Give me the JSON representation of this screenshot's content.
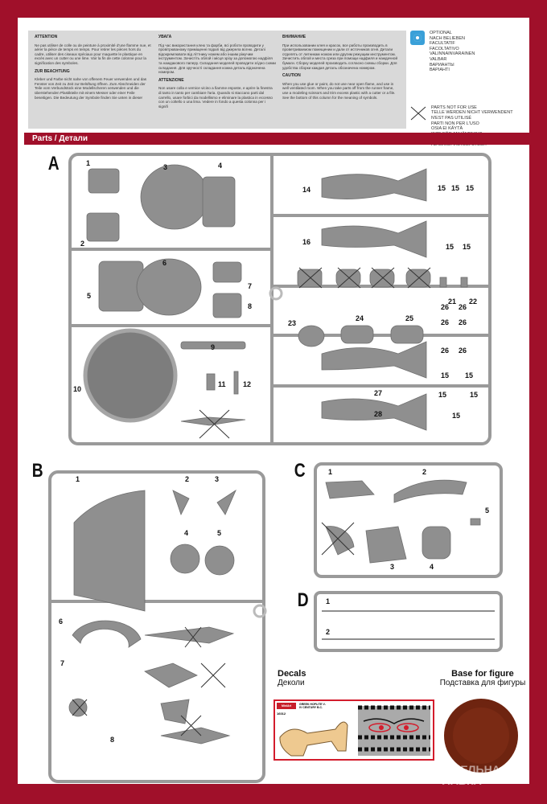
{
  "notes": {
    "attention": {
      "title": "ATTENTION",
      "text": "Ne pas utiliser de colle ou de peinture à proximité d'une flamme nue, et aérer la pièce de temps en temps. Pour retirer les pièces hors du cadre, utiliser des ciseaux spéciaux pour maquette le plastique en excès avec un cutter ou une lime. Voir la fin de cette colonne pour la signification des symboles."
    },
    "beachtung": {
      "title": "ZUR BEACHTUNG",
      "text": "Kleber und Farbe nicht nahe von offenem Feuer verwenden und das Fenster von Zeit zu Zeit zur Belüftung öffnen. Zum Abschneiden der Teile vom Verbundstück eine Modellscheren verwenden und die überstehenden Plastikteile mit einem Messer oder einer Feile beseitigen. Die Bedeutung der Symbole finden Sie unten in dieser"
    },
    "uvaga": {
      "title": "УВАГА",
      "text": "Під час використання клею та фарби, всі роботи проводити у провітрюваному приміщенні подалі від джерела вогню. Деталі відокремлювати від літтнику ножем або іншим ріжучим інструментом. Зачистіть облой і місця зрізу за допомогою надфіля та наждакового паперу. Складання моделей проводити згідно схеми складання. Для зручності складання кожна деталь відзначена номером."
    },
    "attenzione": {
      "title": "ATTENZIONE",
      "text": "Non usare colla e vernice vicino a fiamme esposte, e aprire la finestra di tanto in tanto per cambiare l'aria. Quando si staccano parti dal carrello, usare forbici da modellismo e eliminare la plastica in eccesso con un coltello o una lima. Vedere in fondo a questa colonna per i signifi"
    },
    "vnimanie": {
      "title": "ВНИМАНИЕ",
      "text": "При использовании клея и красок, все работы производить в проветриваемом помещении и дали от источников огня. Детали отделять от литникам ножом или другим режущим инструментом. Зачистить облой и места среза при помощи надфиля и наждачной бумаги. Сборку моделей производить согласно схемы сборки. Для удобства сборки каждая деталь обозначена номером."
    },
    "caution": {
      "title": "CAUTION",
      "text": "When you use glue or paint, do not use near open flame, and use in well ventilated room. When you take parts off from the runner frame, use a modeling scissors and trim excess plastic with a cutter or a file. See the bottom of this column for the meaning of symbols."
    }
  },
  "legend": {
    "optional": {
      "icon": "optional-icon",
      "lines": [
        "OPTIONAL",
        "NACH BELIEBEN",
        "FACULTATIF",
        "FACOLTATIVO",
        "VALINNAINVARAINEN",
        "VALBAR",
        "ВАРИАНТЫ",
        "ВАРІАНТІ"
      ]
    },
    "not_for_use": {
      "icon": "cross-icon",
      "lines": [
        "PARTS NOT FOR USE",
        "TELLE WERDEN NICHT VERWENDENT",
        "N'EST PAS UTILISÉ",
        "PARTI NON PER L'USO",
        "OSIA EI KÄYTÄ",
        "INTE FÖR ANVÄNDNING",
        "НЕ ИСПОЛЬЗУЕТСЯ",
        "НЕ ВИКОРИСТОВУЄТЬСЯ"
      ]
    }
  },
  "parts_bar": "Parts / Детали",
  "sprues": {
    "A": {
      "letter": "A",
      "labels": [
        "1",
        "2",
        "3",
        "4",
        "5",
        "6",
        "7",
        "8",
        "9",
        "10",
        "11",
        "12",
        "14",
        "16",
        "15",
        "15",
        "15",
        "15",
        "15",
        "21",
        "22",
        "23",
        "24",
        "25",
        "26",
        "26",
        "26",
        "26",
        "26",
        "26",
        "27",
        "28",
        "15",
        "15",
        "15",
        "15",
        "15"
      ]
    },
    "B": {
      "letter": "B",
      "labels": [
        "1",
        "2",
        "3",
        "4",
        "5",
        "6",
        "7",
        "8"
      ]
    },
    "C": {
      "letter": "C",
      "labels": [
        "1",
        "2",
        "5",
        "3",
        "4"
      ]
    },
    "D": {
      "letter": "D",
      "labels": [
        "1",
        "2"
      ]
    }
  },
  "decals": {
    "title": "Decals",
    "title_ru": "Деколи",
    "brand": "MiniArt",
    "kit_name": "GREEK HOPLITE V-IV CENTURY B.C.",
    "kit_no": "16012"
  },
  "base": {
    "title": "Base for figure",
    "title_ru": "Подставка для фигуры",
    "color": "#7a2a14"
  },
  "watermark": [
    "МОДЕЛЬНАЯ",
    "ЛАВКА"
  ]
}
